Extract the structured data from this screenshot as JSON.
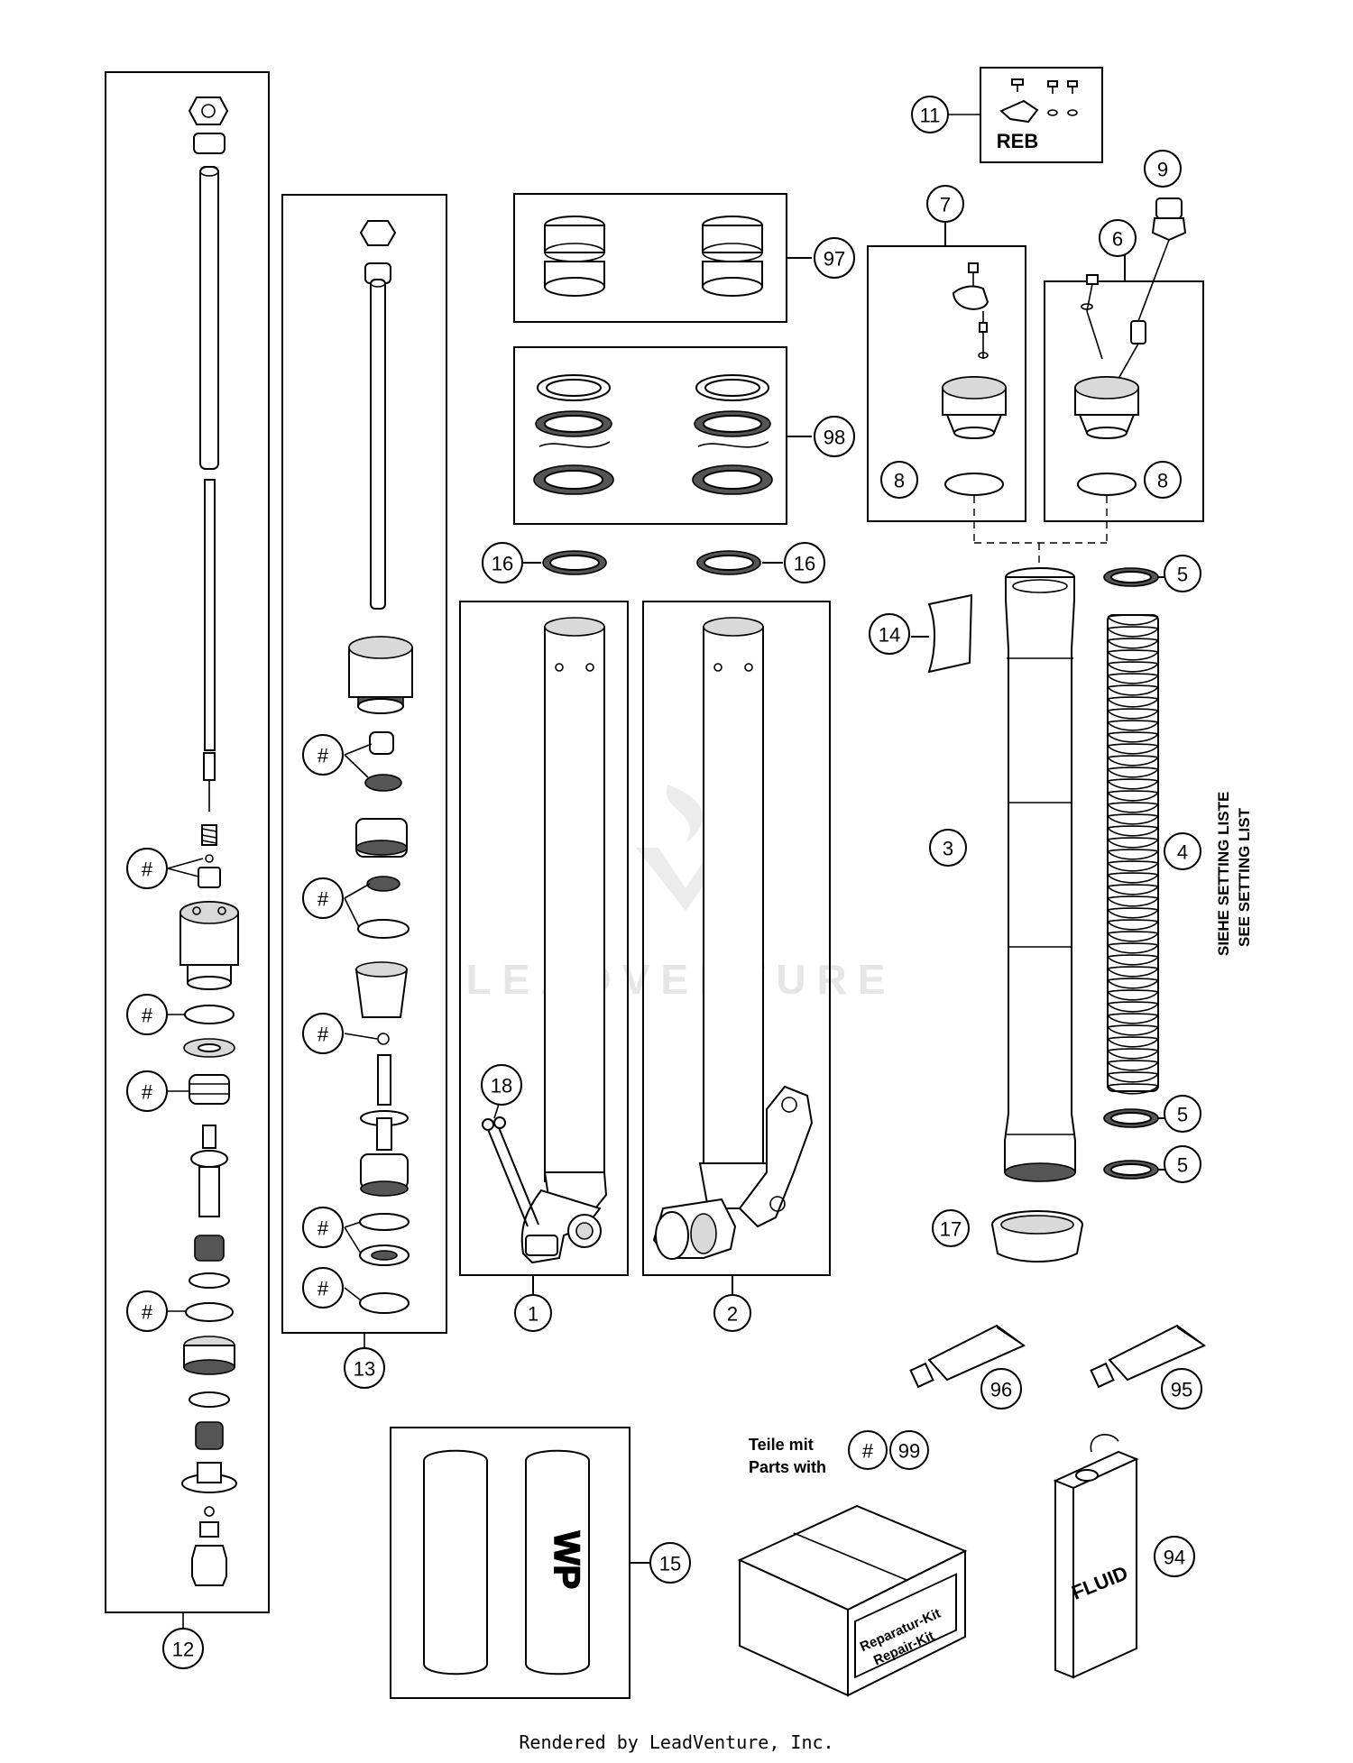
{
  "watermark": "LEADVENTURE",
  "labels": {
    "reb": "REB",
    "teile_mit": "Teile mit",
    "parts_with": "Parts with",
    "setting_de": "SIEHE SETTING LISTE",
    "setting_en": "SEE SETTING LIST",
    "kit_de": "Reparatur-Kit",
    "kit_en": "Repair-Kit",
    "fluid": "FLUID",
    "wp": "WP"
  },
  "callouts": {
    "c1": "1",
    "c2": "2",
    "c3": "3",
    "c4": "4",
    "c5": "5",
    "c6": "6",
    "c7": "7",
    "c8": "8",
    "c9": "9",
    "c11": "11",
    "c12": "12",
    "c13": "13",
    "c14": "14",
    "c15": "15",
    "c16": "16",
    "c17": "17",
    "c18": "18",
    "c94": "94",
    "c95": "95",
    "c96": "96",
    "c97": "97",
    "c98": "98",
    "c99": "99",
    "hash": "#"
  },
  "footer": "Rendered by LeadVenture, Inc."
}
